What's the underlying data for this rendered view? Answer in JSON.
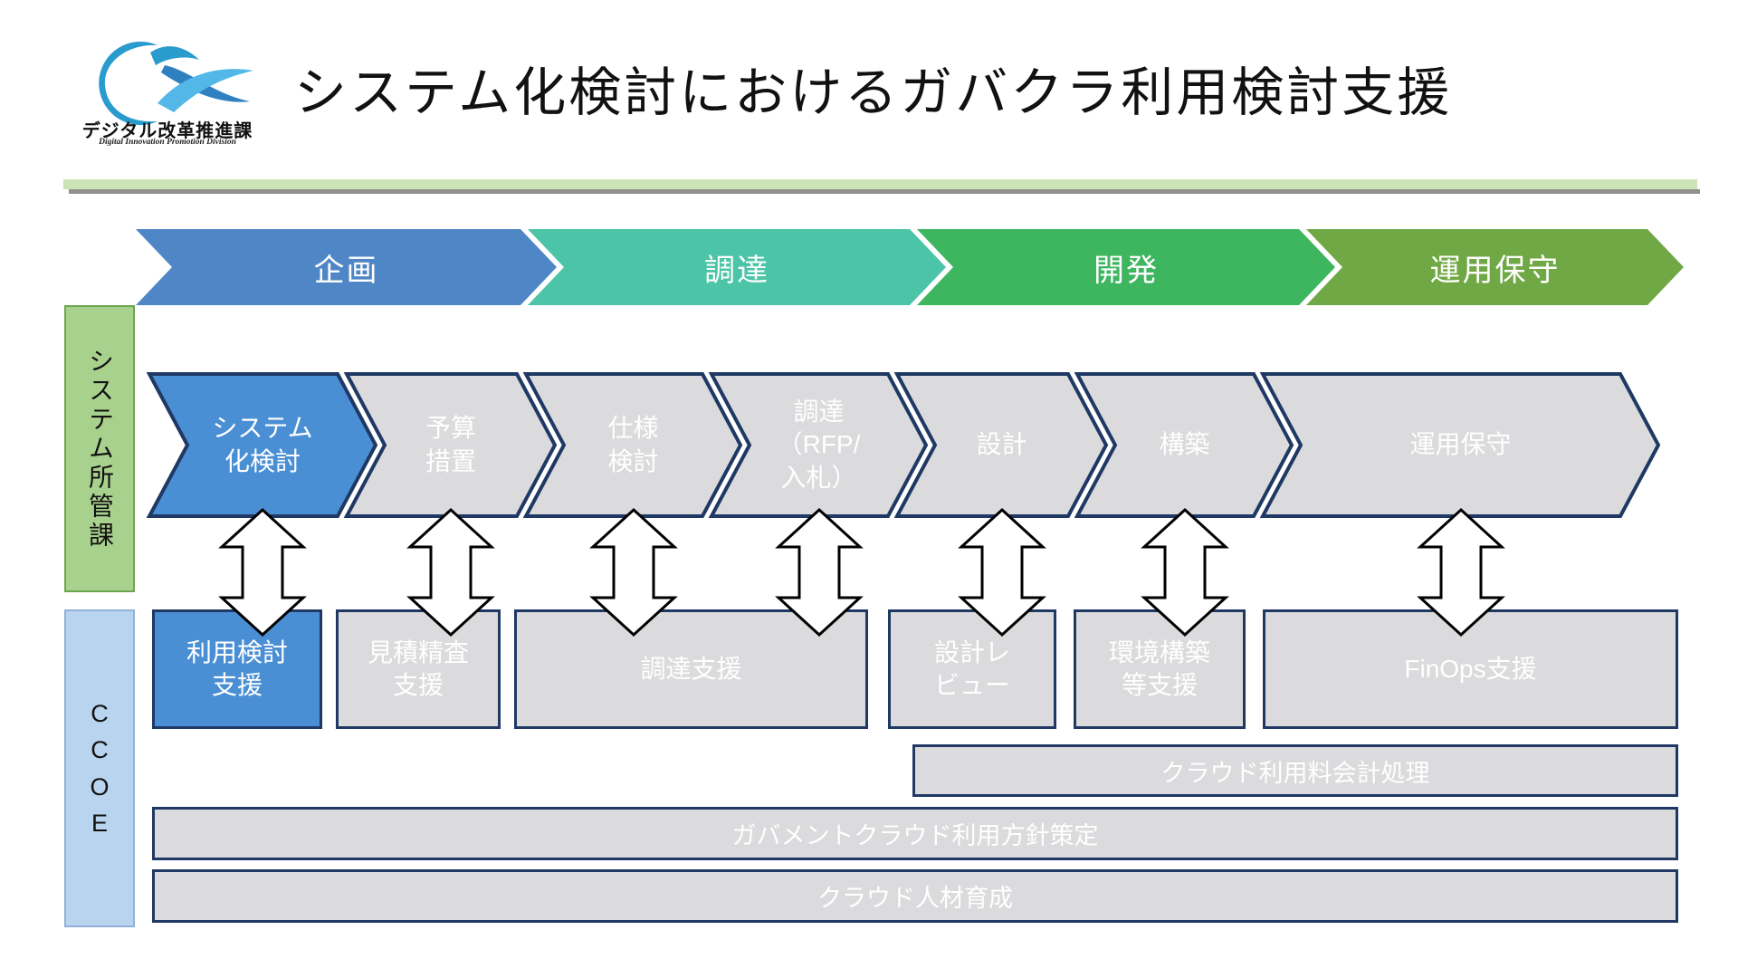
{
  "header": {
    "title": "システム化検討におけるガバクラ利用検討支援",
    "logo": {
      "org_ja": "デジタル改革推進課",
      "org_en": "Digital Innovation Promotion Division"
    }
  },
  "phases": [
    {
      "label": "企画",
      "color": "#4e86c6"
    },
    {
      "label": "調達",
      "color": "#4cc4a7"
    },
    {
      "label": "開発",
      "color": "#3eb55f"
    },
    {
      "label": "運用保守",
      "color": "#70a845"
    }
  ],
  "lanes": {
    "system_owner": "システム所管課",
    "ccoe": "C\nC\nO\nE"
  },
  "steps": [
    {
      "label": "システム\n化検討",
      "highlight": true
    },
    {
      "label": "予算\n措置",
      "highlight": false
    },
    {
      "label": "仕様\n検討",
      "highlight": false
    },
    {
      "label": "調達\n（RFP/\n入札）",
      "highlight": false
    },
    {
      "label": "設計",
      "highlight": false
    },
    {
      "label": "構築",
      "highlight": false
    },
    {
      "label": "運用保守",
      "highlight": false
    }
  ],
  "supports": [
    {
      "label": "利用検討\n支援",
      "highlight": true
    },
    {
      "label": "見積精査\n支援",
      "highlight": false
    },
    {
      "label": "調達支援",
      "highlight": false
    },
    {
      "label": "設計レ\nビュー",
      "highlight": false
    },
    {
      "label": "環境構築\n等支援",
      "highlight": false
    },
    {
      "label": "FinOps支援",
      "highlight": false
    }
  ],
  "bars": [
    {
      "label": "クラウド利用料会計処理"
    },
    {
      "label": "ガバメントクラウド利用方針策定"
    },
    {
      "label": "クラウド人材育成"
    }
  ],
  "colors": {
    "step_highlight": "#4a8fd4",
    "step_gray": "#dbdbdd",
    "step_border_navy": "#1f3864",
    "lane_system_fill": "#a9d18e",
    "lane_system_border": "#6aa84f",
    "lane_ccoe_fill": "#b9d4ee",
    "lane_ccoe_border": "#90b1d8",
    "divider_green": "#cbe3b7",
    "divider_shadow": "#8f918c",
    "logo_blue": "#2a9bcd",
    "text_on_shapes": "#ffffff"
  }
}
